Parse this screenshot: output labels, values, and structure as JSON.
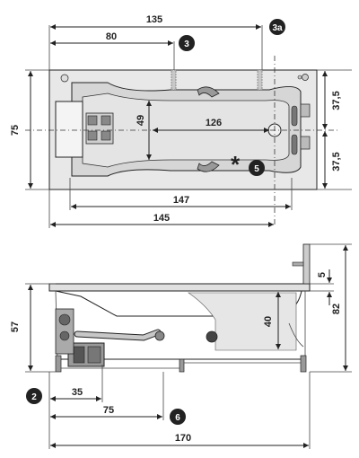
{
  "top_view": {
    "dims": {
      "overall_inner_length": "135",
      "to_callout_3": "80",
      "center_length": "126",
      "bottom_length_1": "147",
      "bottom_length_2": "145",
      "width": "75",
      "inner_width": "49",
      "half_width_top": "37,5",
      "half_width_bottom": "37,5"
    },
    "callouts": {
      "c3a": "3a",
      "c3": "3",
      "c5": "5",
      "star": "*"
    }
  },
  "side_view": {
    "dims": {
      "height": "57",
      "overall_height": "82",
      "inner_height": "40",
      "rim": "5",
      "offset_35": "35",
      "offset_75": "75",
      "total_170": "170"
    },
    "callouts": {
      "c2": "2",
      "c6": "6"
    }
  }
}
